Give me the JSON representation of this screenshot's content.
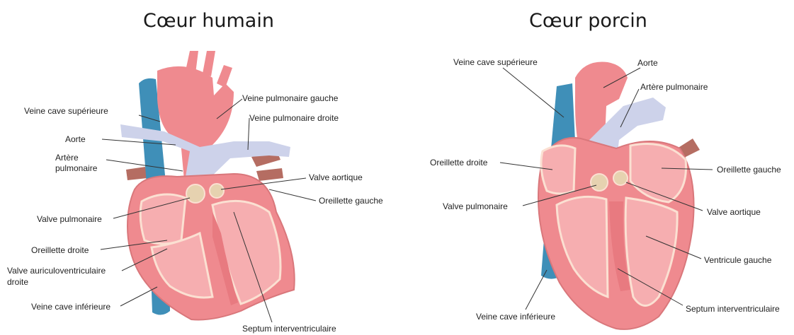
{
  "human": {
    "title": "Cœur humain",
    "labels": {
      "vcs": "Veine cave supérieure",
      "aorte": "Aorte",
      "artere_pulm_1": "Artère",
      "artere_pulm_2": "pulmonaire",
      "valve_pulm": "Valve pulmonaire",
      "oreillette_droite": "Oreillette droite",
      "valve_av_1": "Valve auriculoventriculaire",
      "valve_av_2": "droite",
      "vci": "Veine cave inférieure",
      "vpg": "Veine pulmonaire gauche",
      "vpd": "Veine pulmonaire droite",
      "valve_aortique": "Valve aortique",
      "oreillette_gauche": "Oreillette gauche",
      "septum": "Septum interventriculaire"
    }
  },
  "pig": {
    "title": "Cœur porcin",
    "labels": {
      "vcs": "Veine cave supérieure",
      "aorte": "Aorte",
      "artere_pulm": "Artère pulmonaire",
      "oreillette_droite": "Oreillette droite",
      "oreillette_gauche": "Oreillette gauche",
      "valve_pulm": "Valve pulmonaire",
      "valve_aortique": "Valve aortique",
      "ventricule_gauche": "Ventricule gauche",
      "vci": "Veine cave inférieure",
      "septum": "Septum interventriculaire"
    }
  },
  "colors": {
    "myocardium": "#ef8a8f",
    "chamber": "#f6aeb0",
    "vena_cava": "#3f8fb8",
    "pulmonary_artery": "#cdd2ea",
    "valve": "#e6d2b0",
    "vessel_dark": "#b56d62",
    "leader": "#333333"
  }
}
